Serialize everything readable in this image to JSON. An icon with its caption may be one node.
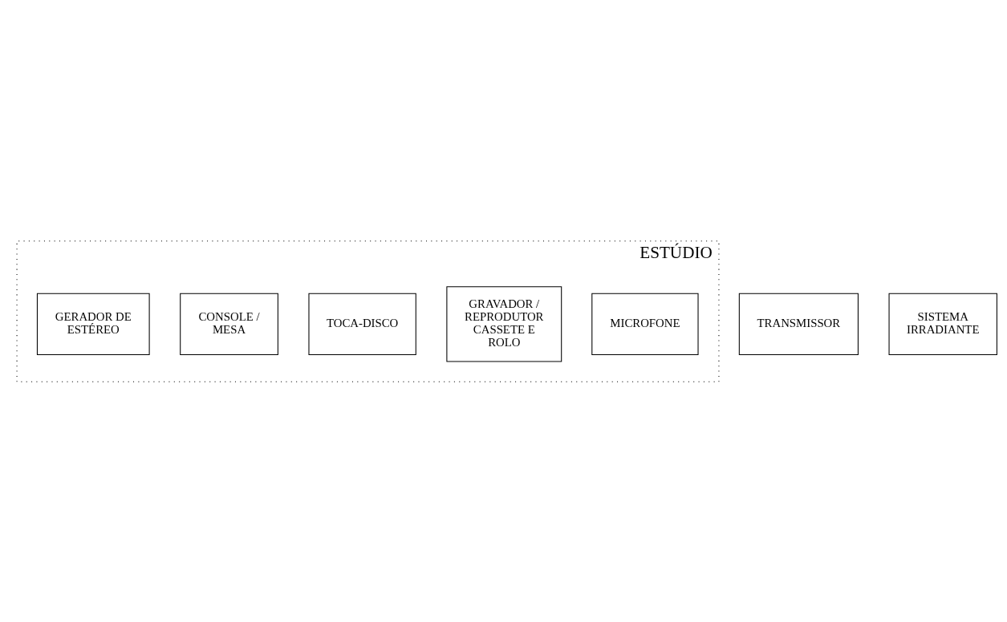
{
  "diagram": {
    "nodes": [
      {
        "text": [
          "ESTÚDIO"
        ]
      },
      {
        "text": [
          "MICROFONE"
        ],
        "in": 0
      },
      {
        "text": [
          "GRAVADOR / REPRODUTOR CASSETE E ROLO"
        ],
        "in": 0
      },
      {
        "text": [
          "TOCA-DISCO"
        ],
        "in": 0
      },
      {
        "text": [
          "CONSOLE / MESA"
        ],
        "in": 0
      },
      {
        "text": [
          "GERADOR DE ESTÉREO"
        ],
        "in": 0
      },
      {
        "text": [
          "TRANSMISSOR"
        ]
      },
      {
        "text": [
          "SISTEMA IRRADIANTE"
        ]
      }
    ],
    "edges": []
  }
}
